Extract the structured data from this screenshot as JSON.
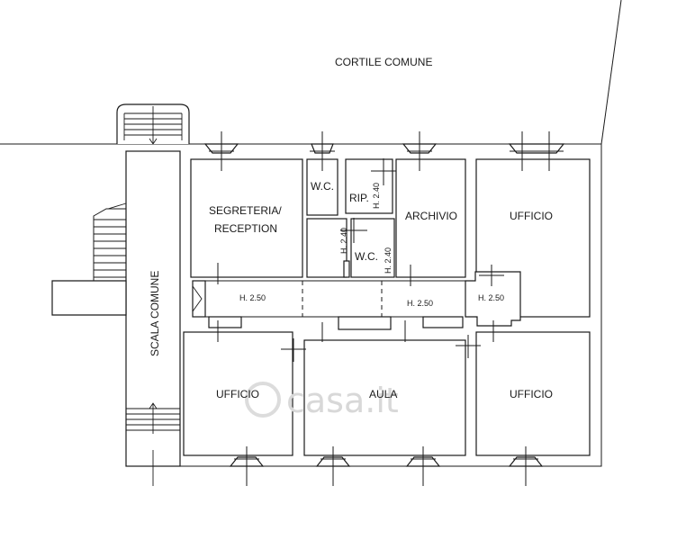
{
  "labels": {
    "courtyard": "CORTILE COMUNE",
    "stair": "SCALA COMUNE",
    "secretariat_1": "SEGRETERIA/",
    "secretariat_2": "RECEPTION",
    "wc_top": "W.C.",
    "wc_bottom": "W.C.",
    "storage": "RIP.",
    "archive": "ARCHIVIO",
    "office_top_right": "UFFICIO",
    "office_bottom_left": "UFFICIO",
    "classroom": "AULA",
    "office_bottom_right": "UFFICIO",
    "height_storage": "H. 2.40",
    "height_wc_left": "H. 2.40",
    "height_wc_right": "H. 2.40",
    "height_corridor_left": "H. 2.50",
    "height_corridor_mid": "H. 2.50",
    "height_corridor_right": "H. 2.50"
  },
  "watermark": "casa.it"
}
